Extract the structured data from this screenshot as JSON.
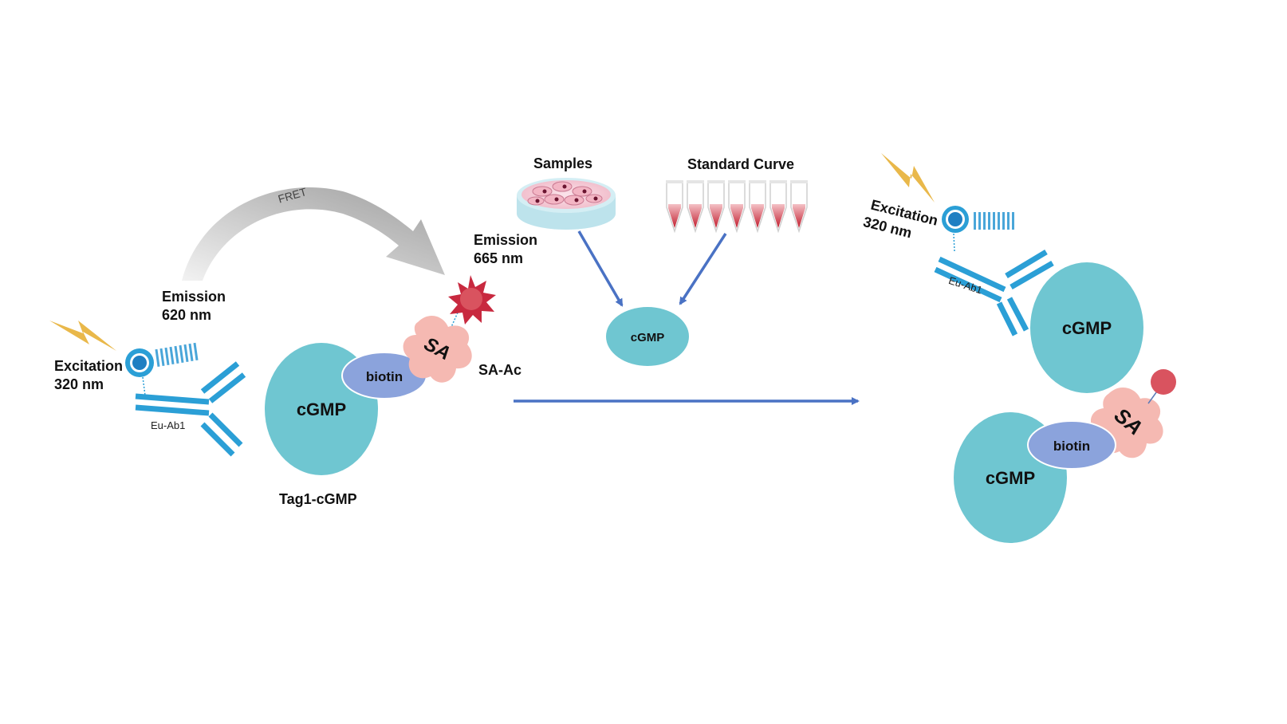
{
  "left_complex": {
    "fret_label": "FRET",
    "emission_620": [
      "Emission",
      "620 nm"
    ],
    "emission_665": [
      "Emission",
      "665 nm"
    ],
    "excitation": [
      "Excitation",
      "320 nm"
    ],
    "antibody_label": "Eu-Ab1",
    "cgmp_label": "cGMP",
    "biotin_label": "biotin",
    "sa_label": "SA",
    "sa_ac_label": "SA-Ac",
    "tag_label": "Tag1-cGMP"
  },
  "middle": {
    "samples_label": "Samples",
    "standard_curve_label": "Standard Curve",
    "cgmp_label": "cGMP"
  },
  "right_complex": {
    "excitation": [
      "Excitation",
      "320 nm"
    ],
    "antibody_label": "Eu-Ab1",
    "cgmp_top_label": "cGMP",
    "cgmp_bottom_label": "cGMP",
    "biotin_label": "biotin",
    "sa_label": "SA"
  },
  "colors": {
    "cgmp": "#6fc6d1",
    "biotin": "#8ba3dc",
    "sa": "#f5b9b2",
    "antibody": "#2b9fd6",
    "lightning": "#e9b84a",
    "acceptor": "#c8293f",
    "arrow": "#4a72c4",
    "fret_arrow": "#a9a9a9"
  }
}
